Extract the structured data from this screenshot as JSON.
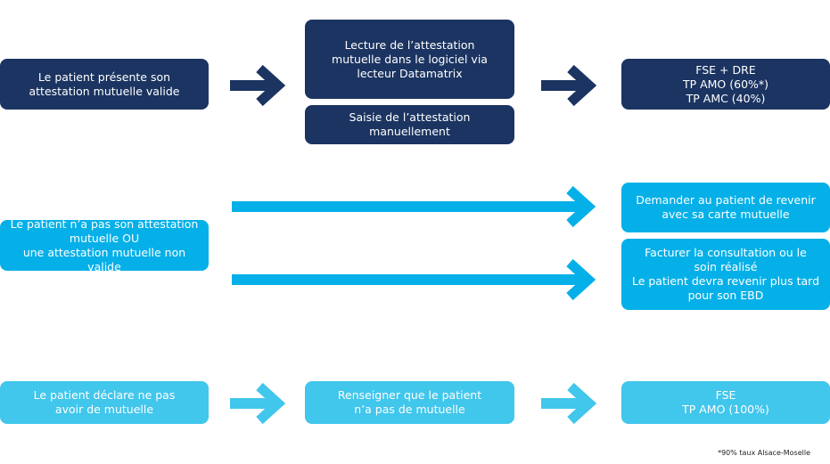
{
  "colors": {
    "dark": "#1b3461",
    "mid": "#05b0e8",
    "light": "#41c6ec"
  },
  "row1": {
    "start": [
      "Le patient présente son",
      "attestation mutuelle valide"
    ],
    "scan": [
      "Lecture de l’attestation",
      "mutuelle dans le logiciel via",
      "lecteur Datamatrix"
    ],
    "manual": [
      "Saisie de l’attestation",
      "manuellement"
    ],
    "result": [
      "FSE + DRE",
      "TP AMO (60%*)",
      "TP AMC (40%)"
    ]
  },
  "row2": {
    "start": [
      "Le patient n’a pas son attestation",
      "mutuelle OU",
      "une attestation mutuelle non valide"
    ],
    "result_a": [
      "Demander au patient de revenir",
      "avec sa carte mutuelle"
    ],
    "result_b": [
      "Facturer la consultation ou le",
      "soin réalisé",
      "Le patient devra revenir plus tard",
      "pour son EBD"
    ]
  },
  "row3": {
    "start": [
      "Le patient déclare ne pas",
      "avoir de mutuelle"
    ],
    "middle": [
      "Renseigner que le patient",
      "n’a pas de mutuelle"
    ],
    "result": [
      "FSE",
      "TP AMO (100%)"
    ]
  },
  "footnote": "*90% taux Alsace-Moselle"
}
